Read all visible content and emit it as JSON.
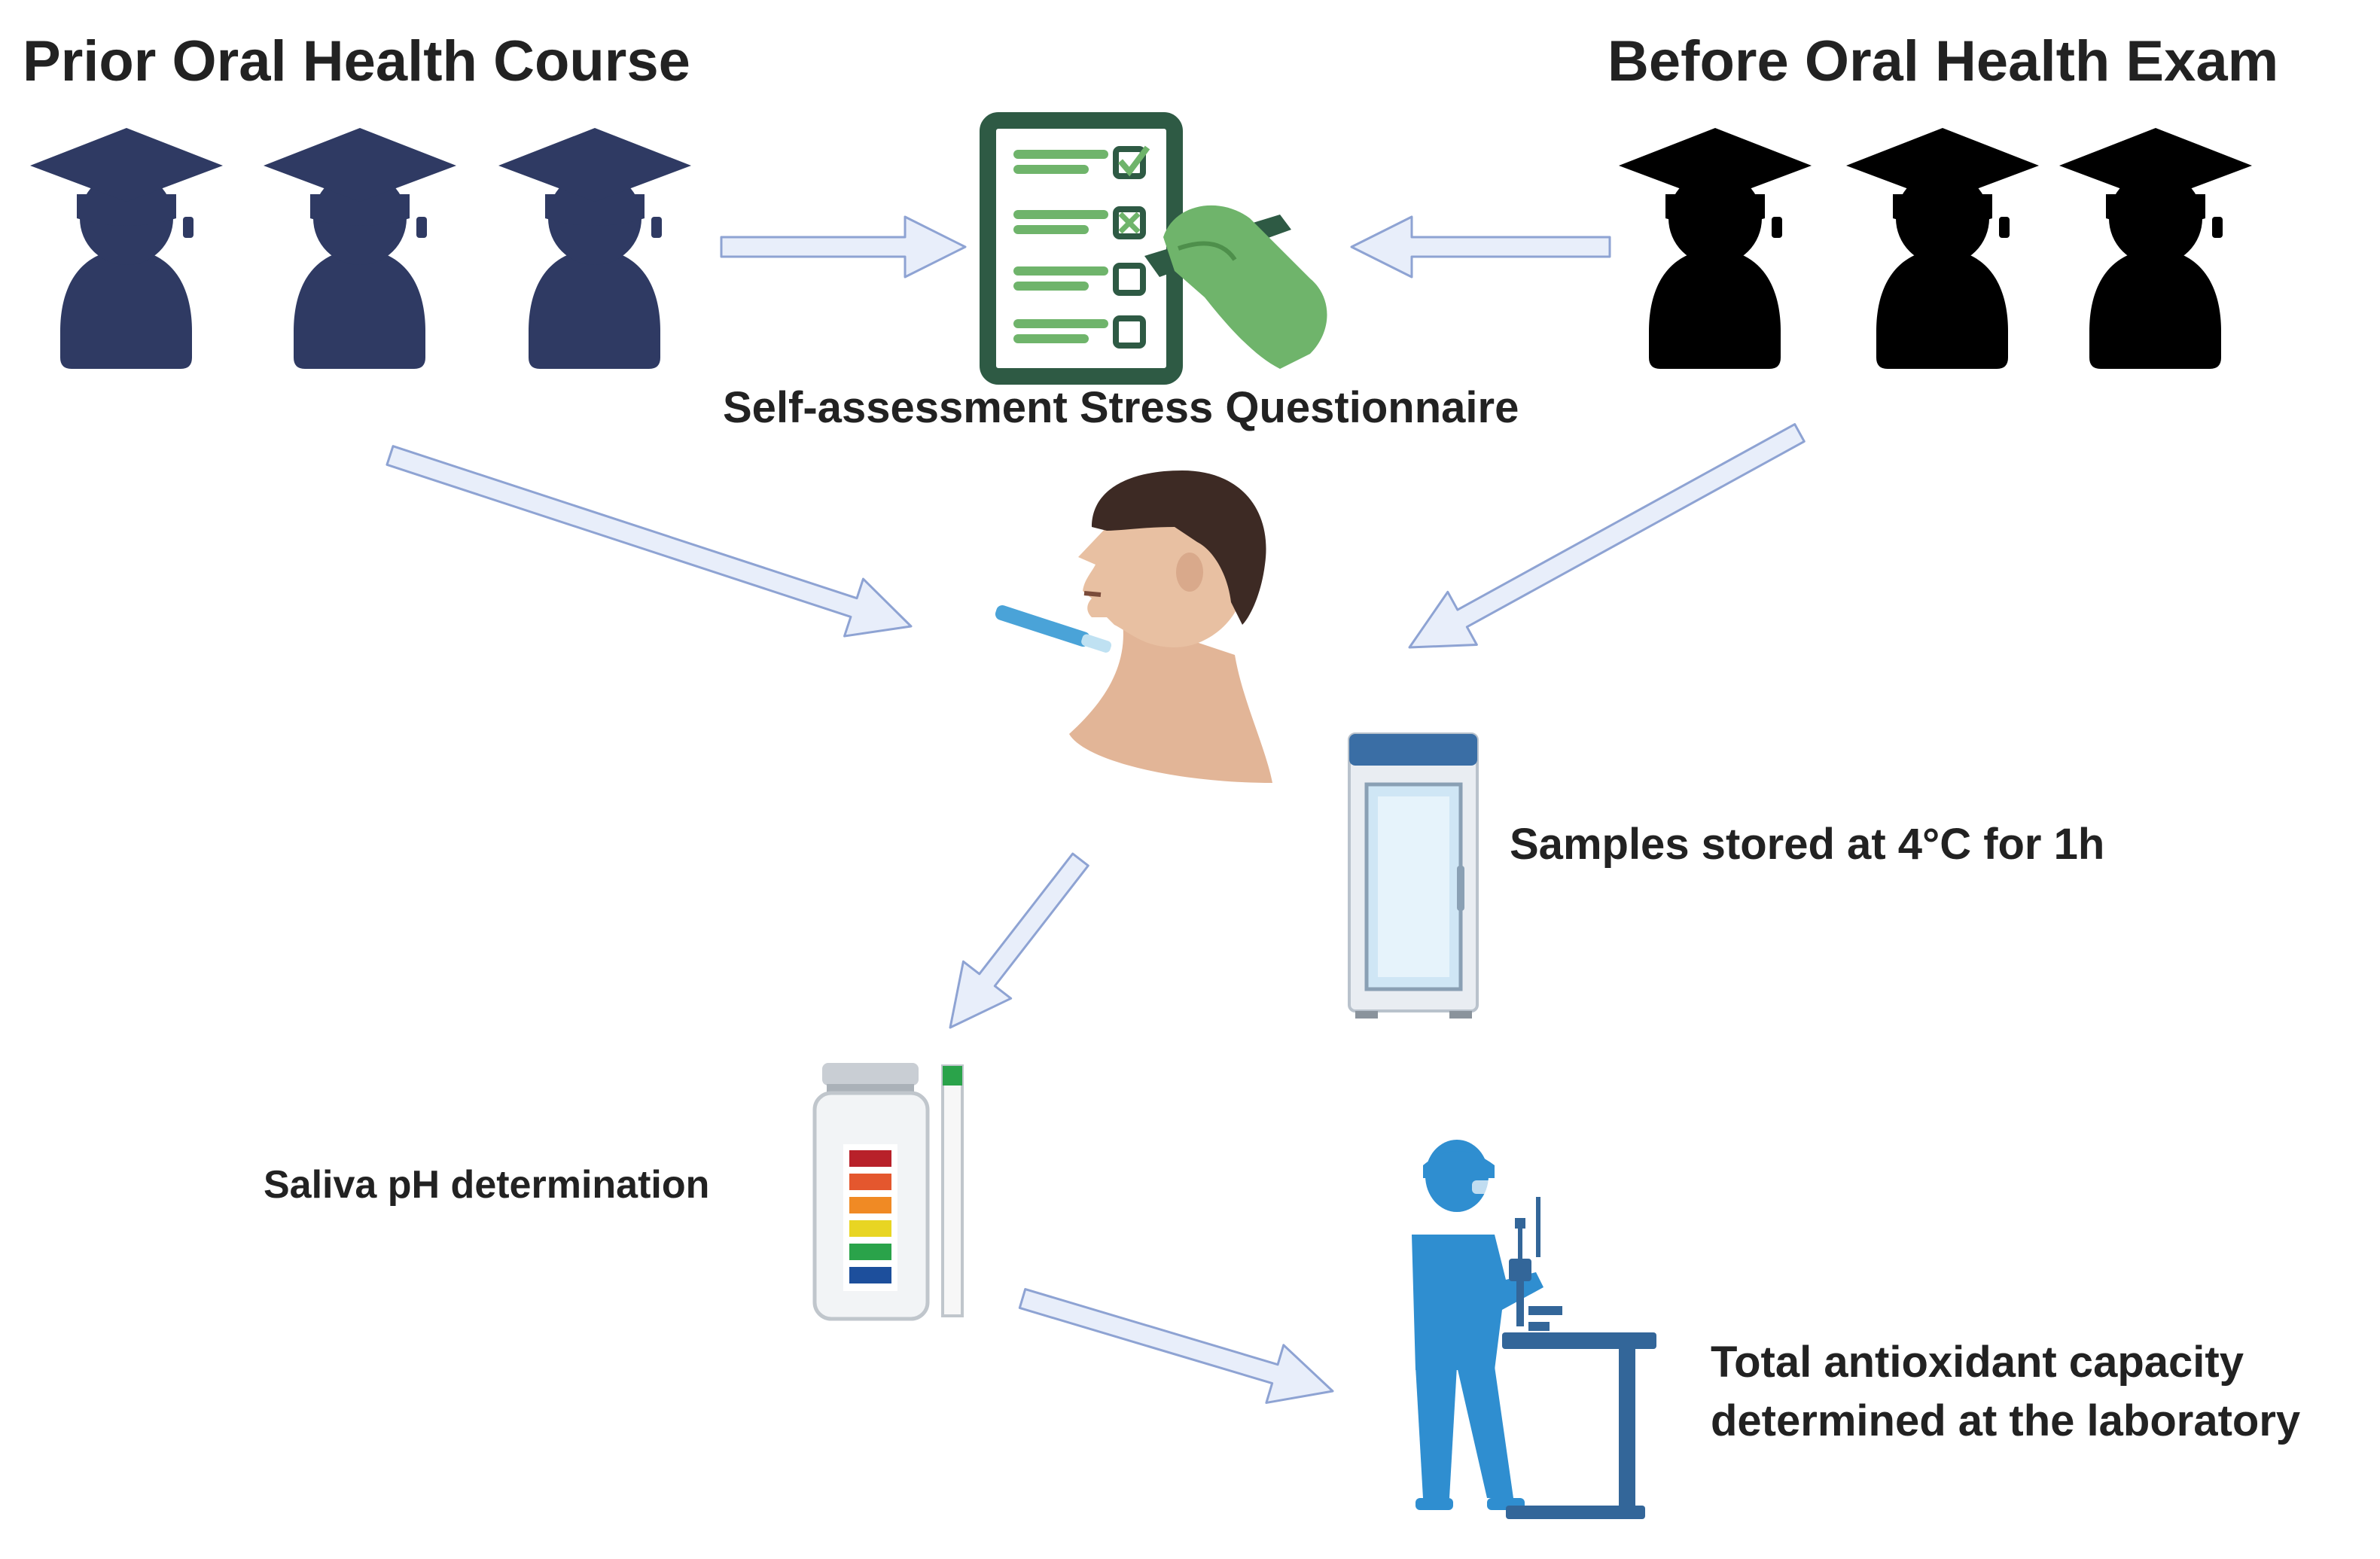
{
  "labels": {
    "prior_course": "Prior Oral Health Course",
    "before_exam": "Before Oral Health Exam",
    "questionnaire": "Self-assessment Stress Questionnaire",
    "samples_stored": "Samples stored at 4°C for 1h",
    "saliva_ph": "Saliva pH determination",
    "tac_line1": "Total antioxidant capacity",
    "tac_line2": "determined at the laboratory"
  },
  "icons": {
    "students_before_course": "graduate-student-icon",
    "students_before_exam": "graduate-student-icon",
    "questionnaire": "checklist-clipboard-icon",
    "hand": "writing-hand-icon",
    "person": "saliva-sampling-person-icon",
    "fridge": "laboratory-refrigerator-icon",
    "ph_kit": "ph-test-strip-kit-icon",
    "scientist": "lab-scientist-icon",
    "arrow": "outline-arrow-icon"
  },
  "colors": {
    "course_group_body": "#2f3a63",
    "course_group_cap": "#6f86c4",
    "exam_group_body": "#8a2a2a",
    "exam_group_cap": "#d1806b",
    "arrow_fill": "#e8eefa",
    "arrow_stroke": "#8ea3d3",
    "clipboard": "#2e5a44",
    "check_green": "#6fb46b",
    "skin": "#e8c0a2",
    "hair": "#3d2a24",
    "scientist_blue": "#2f8ed0",
    "bench": "#336699"
  },
  "ph_strip_colors": [
    "#b8212a",
    "#e4572e",
    "#f08a24",
    "#e8d523",
    "#2aa34a",
    "#1d4f9c"
  ]
}
